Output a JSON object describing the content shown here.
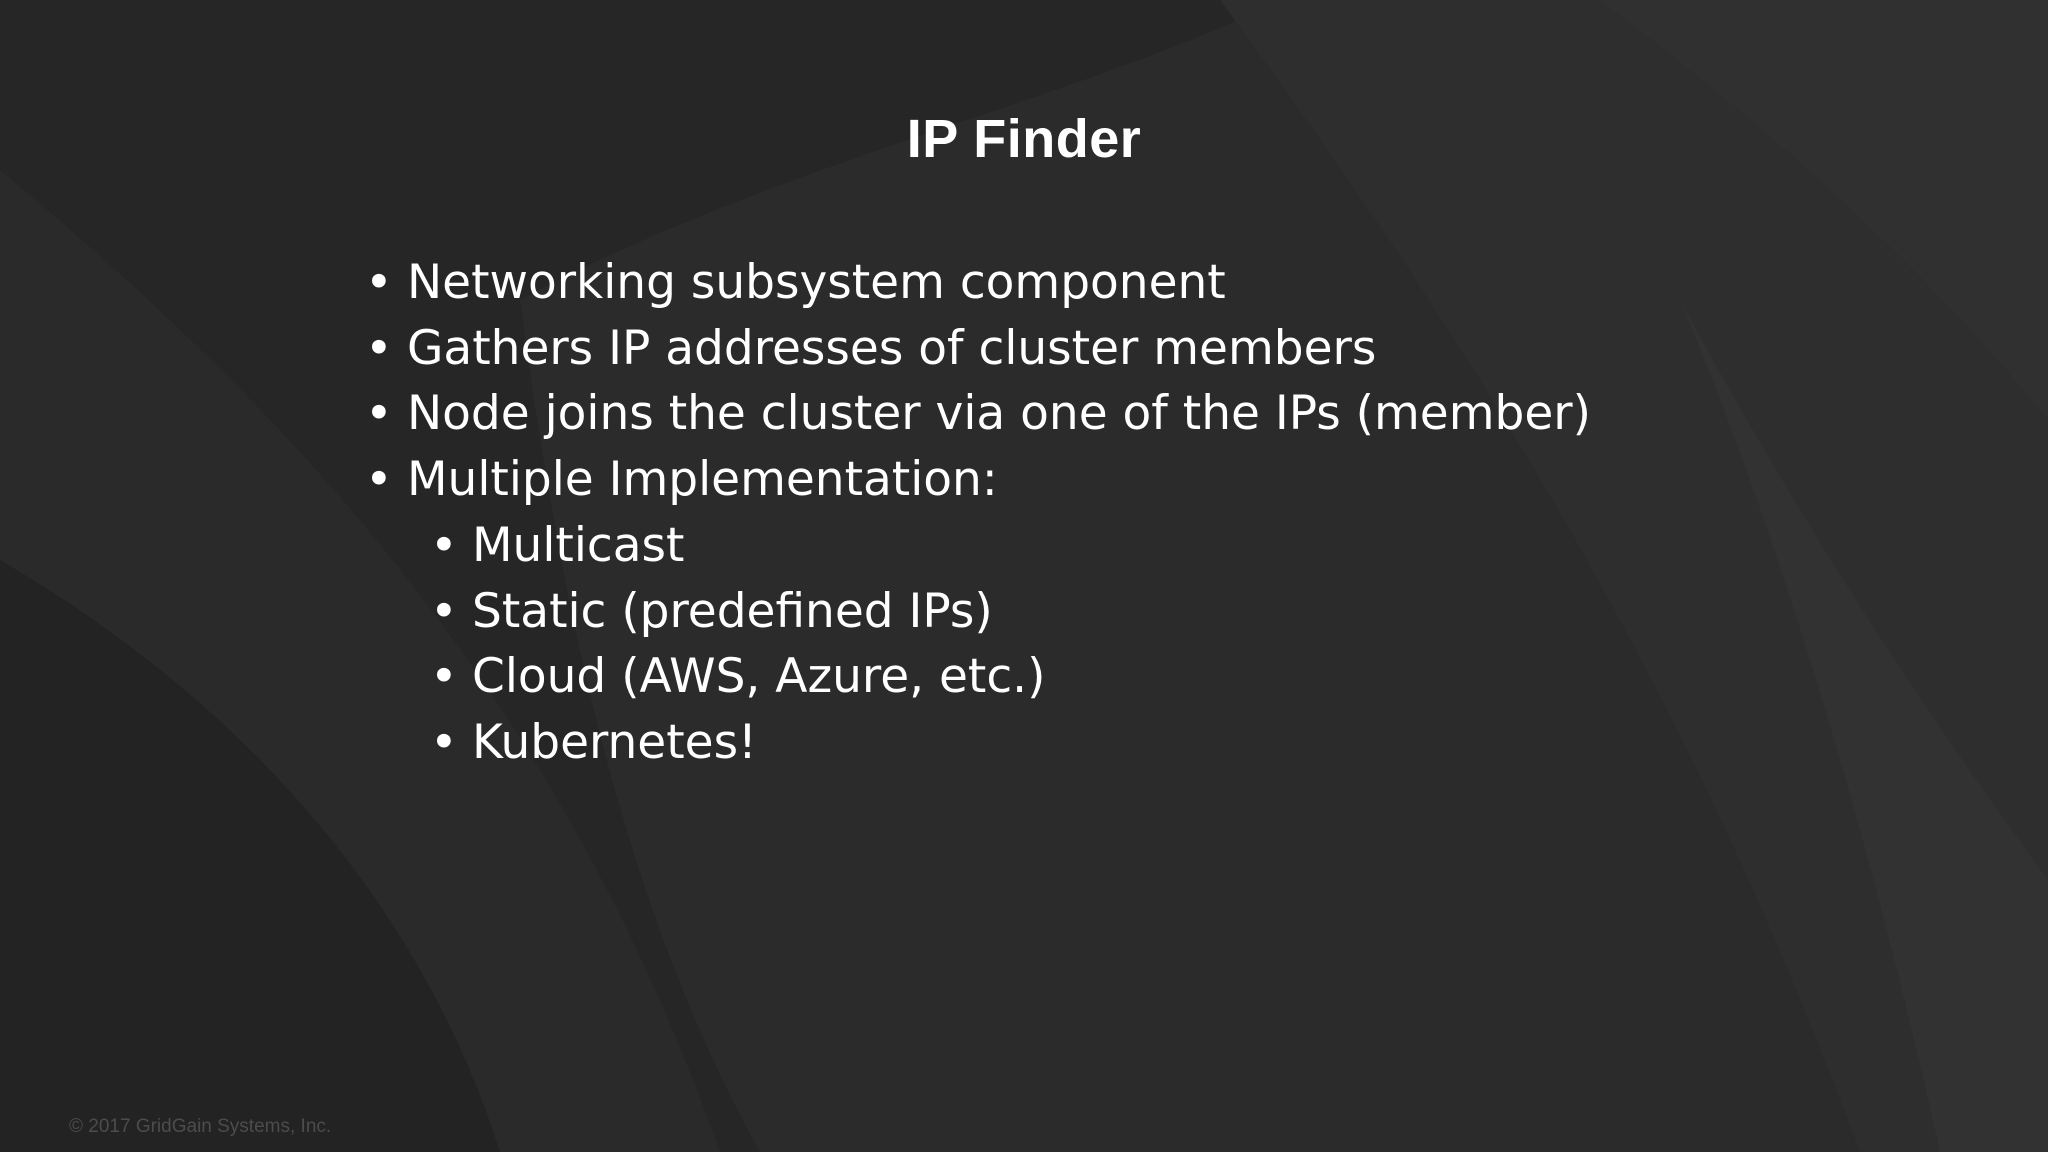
{
  "slide": {
    "title": "IP Finder",
    "bullet_glyph": "•",
    "bullets": [
      {
        "text": "Networking subsystem component",
        "level": 1
      },
      {
        "text": "Gathers IP addresses of cluster members",
        "level": 1
      },
      {
        "text": "Node joins the cluster via one of the IPs (member)",
        "level": 1
      },
      {
        "text": "Multiple Implementation:",
        "level": 1
      },
      {
        "text": "Multicast",
        "level": 2
      },
      {
        "text": "Static (predefined IPs)",
        "level": 2
      },
      {
        "text": "Cloud (AWS, Azure, etc.)",
        "level": 2
      },
      {
        "text": "Kubernetes!",
        "level": 2
      }
    ],
    "footer": "© 2017 GridGain Systems, Inc."
  },
  "colors": {
    "background": "#262626",
    "text": "#ffffff",
    "footer_text": "#4c4c4c"
  }
}
